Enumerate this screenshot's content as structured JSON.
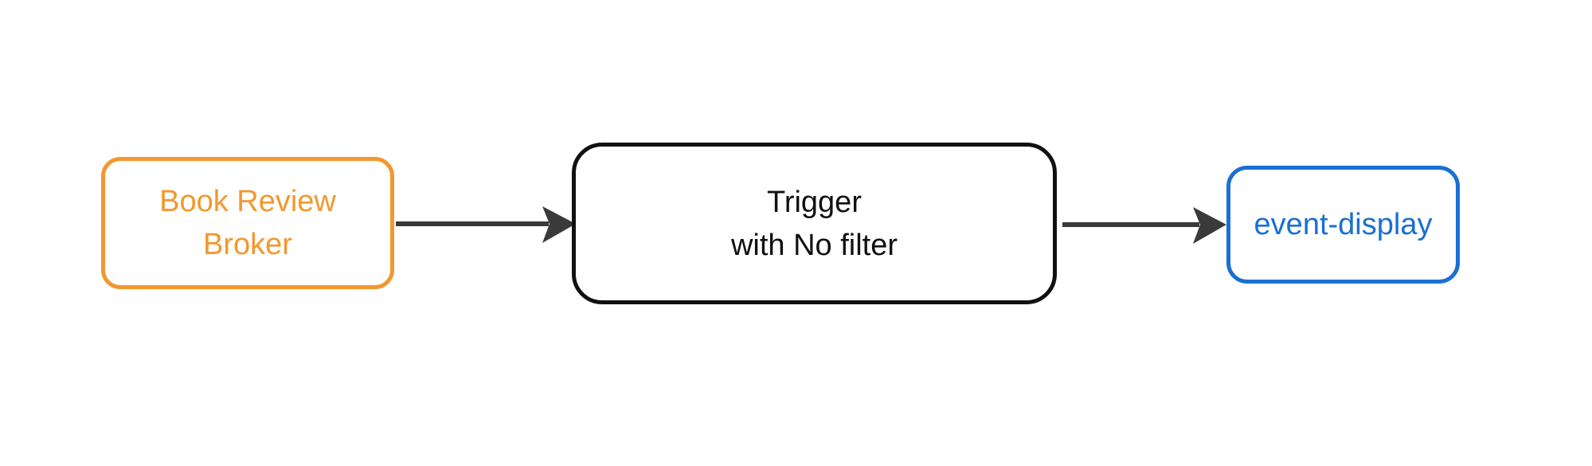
{
  "diagram": {
    "type": "flowchart",
    "direction": "left-to-right",
    "background": "#ffffff",
    "arrow_color": "#3a3a3a",
    "nodes": [
      {
        "id": "book-review-broker",
        "label_lines": [
          "Book Review",
          "Broker"
        ],
        "label": "Book Review Broker",
        "color": "#f2982f",
        "shape": "rounded-rectangle"
      },
      {
        "id": "trigger-no-filter",
        "label_lines": [
          "Trigger",
          "with No filter"
        ],
        "label": "Trigger with No filter",
        "color": "#111111",
        "shape": "rounded-rectangle"
      },
      {
        "id": "event-display",
        "label_lines": [
          "event-display"
        ],
        "label": "event-display",
        "color": "#1a70d2",
        "shape": "rounded-rectangle"
      }
    ],
    "edges": [
      {
        "from": "book-review-broker",
        "to": "trigger-no-filter",
        "style": "solid-arrow"
      },
      {
        "from": "trigger-no-filter",
        "to": "event-display",
        "style": "solid-arrow"
      }
    ]
  }
}
